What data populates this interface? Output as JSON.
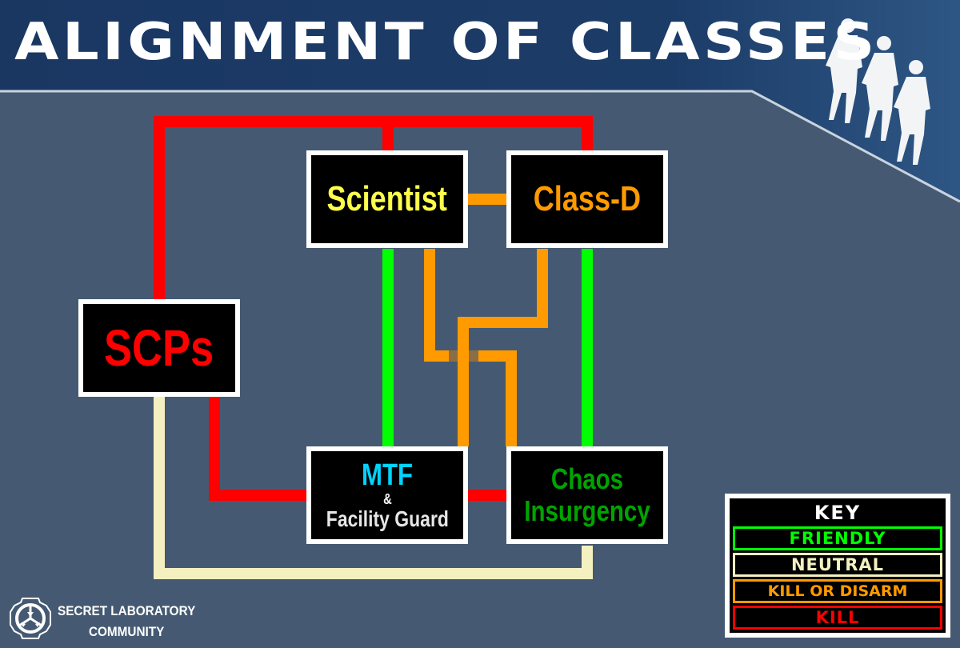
{
  "title": "ALIGNMENT OF CLASSES",
  "nodes": {
    "scientist": {
      "label": "Scientist",
      "color": "#ffff4a"
    },
    "class_d": {
      "label": "Class-D",
      "color": "#ff9a00"
    },
    "scps": {
      "label": "SCPs",
      "color": "#ff0000"
    },
    "mtf": {
      "label": "MTF",
      "amp": "&",
      "sub": "Facility Guard",
      "color": "#00d4ff",
      "sub_color": "#e6e6e6"
    },
    "chaos": {
      "label": "Chaos Insurgency",
      "color": "#00a400"
    }
  },
  "connections": [
    {
      "from": "SCPs",
      "to": "Scientist",
      "relation": "KILL"
    },
    {
      "from": "SCPs",
      "to": "Class-D",
      "relation": "KILL"
    },
    {
      "from": "SCPs",
      "to": "MTF & Facility Guard",
      "relation": "KILL"
    },
    {
      "from": "SCPs",
      "to": "Chaos Insurgency",
      "relation": "NEUTRAL"
    },
    {
      "from": "Scientist",
      "to": "Class-D",
      "relation": "KILL OR DISARM"
    },
    {
      "from": "Scientist",
      "to": "MTF & Facility Guard",
      "relation": "FRIENDLY"
    },
    {
      "from": "Scientist",
      "to": "Chaos Insurgency",
      "relation": "KILL OR DISARM"
    },
    {
      "from": "Class-D",
      "to": "MTF & Facility Guard",
      "relation": "KILL OR DISARM"
    },
    {
      "from": "Class-D",
      "to": "Chaos Insurgency",
      "relation": "FRIENDLY"
    },
    {
      "from": "MTF & Facility Guard",
      "to": "Chaos Insurgency",
      "relation": "KILL"
    }
  ],
  "key": {
    "title": "KEY",
    "items": [
      {
        "label": "FRIENDLY",
        "color": "#00ff00"
      },
      {
        "label": "NEUTRAL",
        "color": "#f5f0c0"
      },
      {
        "label": "KILL OR DISARM",
        "color": "#ff9a00"
      },
      {
        "label": "KILL",
        "color": "#ff0000"
      }
    ]
  },
  "logo": {
    "line1": "SECRET LABORATORY",
    "line2": "COMMUNITY"
  },
  "colors": {
    "background": "#455a72",
    "header": "#1a3762",
    "box_border": "#ffffff"
  }
}
